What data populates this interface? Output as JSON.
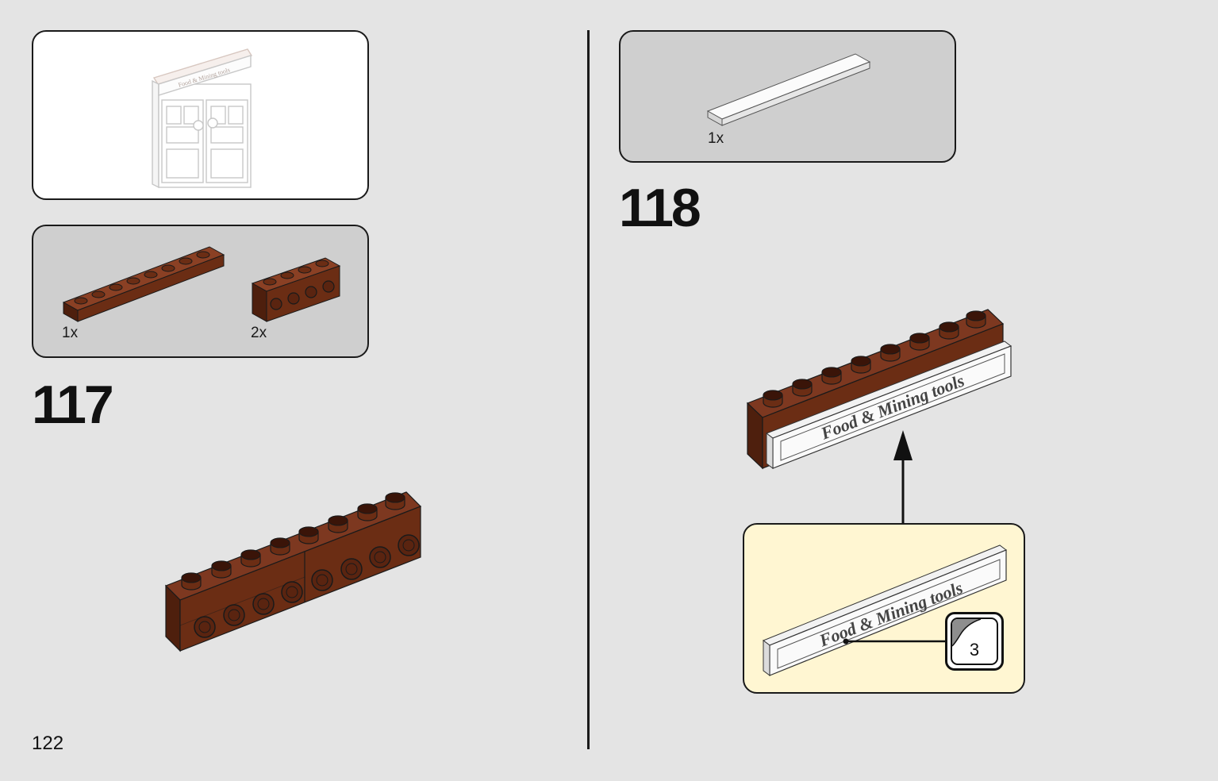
{
  "page": {
    "number": "122"
  },
  "steps": [
    {
      "number": "117",
      "parts": [
        {
          "qty": "1x",
          "part": "brick-1x8-reddish-brown"
        },
        {
          "qty": "2x",
          "part": "brick-1x4-with-side-studs-reddish-brown"
        }
      ]
    },
    {
      "number": "118",
      "parts": [
        {
          "qty": "1x",
          "part": "tile-1x8-white"
        }
      ],
      "sticker": {
        "text": "Food & Mining tools",
        "sheet_number": "3"
      }
    }
  ],
  "preview": {
    "sign_text": "Food & Mining tools"
  },
  "colors": {
    "brick_brown": "#6b2d14",
    "brick_brown_dark": "#3a1408",
    "tile_white": "#f6f6f6",
    "callout_yellow": "#fff6d2",
    "parts_grey": "#cfcfcf"
  }
}
